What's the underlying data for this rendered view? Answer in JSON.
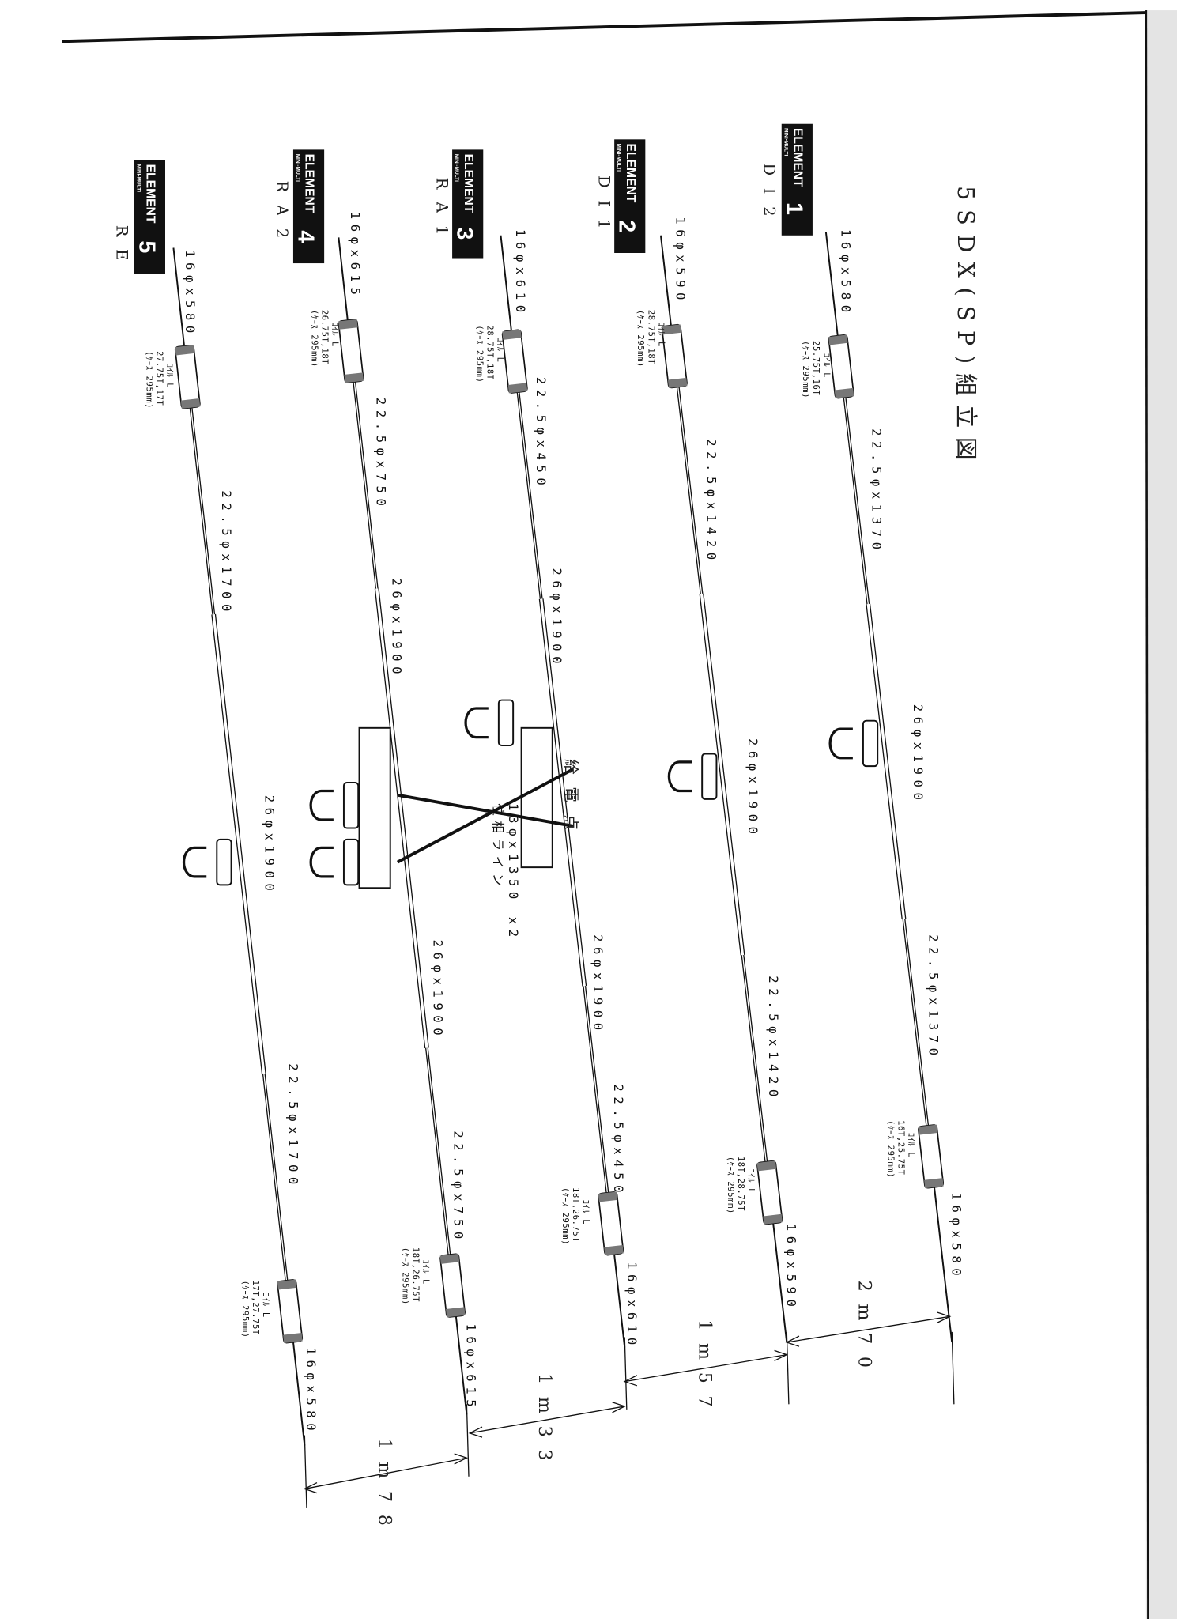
{
  "title": "5SDX(SP)組立図",
  "elements": [
    {
      "badge": "ELEMENT",
      "sub": "MINI-MULTI",
      "num": "1",
      "role": "DI2",
      "tip_top": "16φx580",
      "coil_top": [
        "ｺｲﾙ L",
        "25.75T,16T",
        "(ｹｰｽ 295mm)"
      ],
      "tube1": "22.5φx1370",
      "booms": [
        "26φx1900"
      ],
      "tube2": "22.5φx1370",
      "coil_bottom": [
        "ｺｲﾙ L",
        "16T,25.75T",
        "(ｹｰｽ 295mm)"
      ],
      "tip_bottom": "16φx580"
    },
    {
      "badge": "ELEMENT",
      "sub": "MINI-MULTI",
      "num": "2",
      "role": "DI1",
      "tip_top": "16φx590",
      "coil_top": [
        "ｺｲﾙ L",
        "28.75T,18T",
        "(ｹｰｽ 295mm)"
      ],
      "tube1": "22.5φx1420",
      "booms": [
        "26φx1900"
      ],
      "tube2": "22.5φx1420",
      "coil_bottom": [
        "ｺｲﾙ L",
        "18T,28.75T",
        "(ｹｰｽ 295mm)"
      ],
      "tip_bottom": "16φx590"
    },
    {
      "badge": "ELEMENT",
      "sub": "MINI-MULTI",
      "num": "3",
      "role": "RA1",
      "tip_top": "16φx610",
      "coil_top": [
        "ｺｲﾙ L",
        "28.75T,18T",
        "(ｹｰｽ 295mm)"
      ],
      "tube1": "22.5φx450",
      "booms": [
        "26φx1900",
        "26φx1900"
      ],
      "tube2": "22.5φx450",
      "coil_bottom": [
        "ｺｲﾙ L",
        "18T,26.75T",
        "(ｹｰｽ 295mm)"
      ],
      "tip_bottom": "16φx610"
    },
    {
      "badge": "ELEMENT",
      "sub": "MINI-MULTI",
      "num": "4",
      "role": "RA2",
      "tip_top": "16φx615",
      "coil_top": [
        "ｺｲﾙ L",
        "26.75T,18T",
        "(ｹｰｽ 295mm)"
      ],
      "tube1": "22.5φx750",
      "booms": [
        "26φx1900",
        "26φx1900"
      ],
      "tube2": "22.5φx750",
      "coil_bottom": [
        "ｺｲﾙ L",
        "18T,26.75T",
        "(ｹｰｽ 295mm)"
      ],
      "tip_bottom": "16φx615"
    },
    {
      "badge": "ELEMENT",
      "sub": "MINI-MULTI",
      "num": "5",
      "role": "RE",
      "tip_top": "16φx580",
      "coil_top": [
        "ｺｲﾙ L",
        "27.75T,17T",
        "(ｹｰｽ 295mm)"
      ],
      "tube1": "22.5φx1700",
      "booms": [
        "26φx1900"
      ],
      "tube2": "22.5φx1700",
      "coil_bottom": [
        "ｺｲﾙ L",
        "17T,27.75T",
        "(ｹｰｽ 295mm)"
      ],
      "tip_bottom": "16φx580"
    }
  ],
  "feed_point": "給電点",
  "phase_line": [
    "位相ライン",
    "13φx1350  x2"
  ],
  "spacings": [
    "2m70",
    "1m57",
    "1m33",
    "1m78"
  ]
}
